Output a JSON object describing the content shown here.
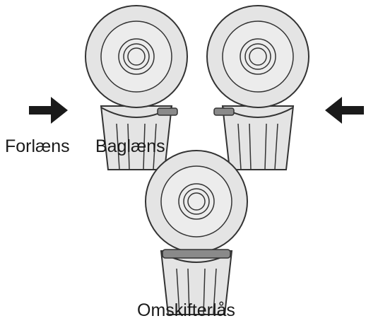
{
  "labels": {
    "forward": "Forlæns",
    "reverse": "Baglæns",
    "lock": "Omskifterlås"
  },
  "icons": {
    "left_arrow": "arrow-right-icon",
    "right_arrow": "arrow-left-icon"
  },
  "colors": {
    "outline": "#333333",
    "wheel_fill": "#e4e4e4",
    "lever": "#8a8a8a",
    "arrow": "#1a1a1a",
    "background": "#ffffff"
  }
}
